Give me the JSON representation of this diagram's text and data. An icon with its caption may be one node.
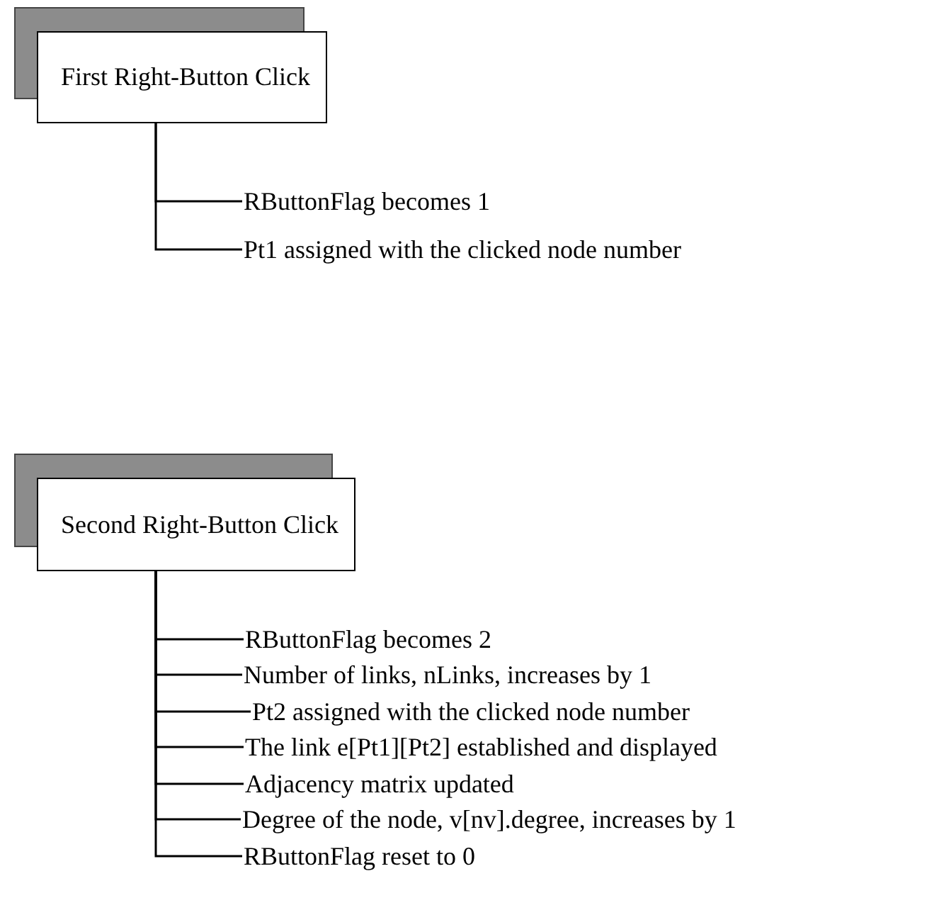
{
  "diagram": {
    "nodes": [
      {
        "text": [
          "First Right-Button Click"
        ]
      },
      {
        "text": [
          "RButtonFlag becomes 1"
        ]
      },
      {
        "text": [
          "Pt1 assigned with the clicked node number"
        ]
      },
      {
        "text": [
          "Second Right-Button Click"
        ]
      },
      {
        "text": [
          "RButtonFlag becomes 2"
        ]
      },
      {
        "text": [
          "Number of links, nLinks, increases by 1"
        ]
      },
      {
        "text": [
          "Pt2 assigned with the clicked node number"
        ]
      },
      {
        "text": [
          "The link e[Pt1][Pt2] established and displayed"
        ]
      },
      {
        "text": [
          "Adjacency matrix updated"
        ]
      },
      {
        "text": [
          "Degree of the node, v[nv].degree, increases by 1"
        ]
      },
      {
        "text": [
          "RButtonFlag reset to  0"
        ]
      }
    ],
    "edges": [
      {
        "from": 0,
        "to": 1,
        "arrow": "none"
      },
      {
        "from": 0,
        "to": 2,
        "arrow": "none"
      },
      {
        "from": 3,
        "to": 4,
        "arrow": "none"
      },
      {
        "from": 3,
        "to": 5,
        "arrow": "none"
      },
      {
        "from": 3,
        "to": 6,
        "arrow": "none"
      },
      {
        "from": 3,
        "to": 7,
        "arrow": "none"
      },
      {
        "from": 3,
        "to": 8,
        "arrow": "none"
      },
      {
        "from": 3,
        "to": 9,
        "arrow": "none"
      },
      {
        "from": 3,
        "to": 10,
        "arrow": "none"
      }
    ]
  }
}
